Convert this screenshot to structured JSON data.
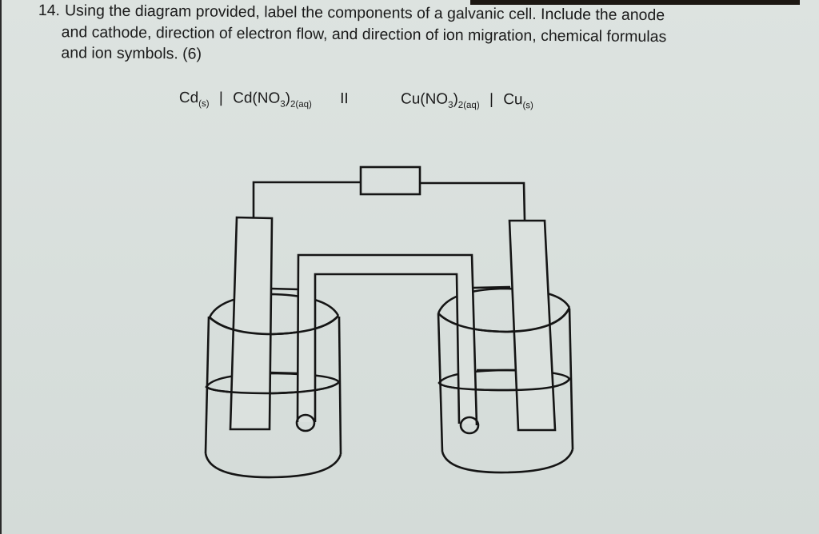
{
  "question": {
    "number": "14.",
    "lines": [
      "Using the diagram provided, label the components of a galvanic cell.  Include the anode",
      "and cathode, direction of electron flow, and direction of ion migration, chemical formulas",
      "and ion symbols. (6)"
    ]
  },
  "cell_notation": {
    "anode_metal": "Cd",
    "anode_metal_state": "(s)",
    "phase_boundary": "|",
    "anode_solution": "Cd(NO",
    "anode_solution_sub": "3",
    "anode_solution_close": ")",
    "anode_solution_state": "2(aq)",
    "salt_bridge": "II",
    "cathode_solution": "Cu(NO",
    "cathode_solution_sub": "3",
    "cathode_solution_close": ")",
    "cathode_solution_state": "2(aq)",
    "cathode_metal": "Cu",
    "cathode_metal_state": "(s)"
  },
  "diagram": {
    "components": [
      "external-wire",
      "load-box",
      "left-electrode",
      "right-electrode",
      "salt-bridge",
      "left-beaker",
      "right-beaker"
    ],
    "colors": {
      "line": "#151515",
      "paper": "#d9e0dd"
    }
  }
}
